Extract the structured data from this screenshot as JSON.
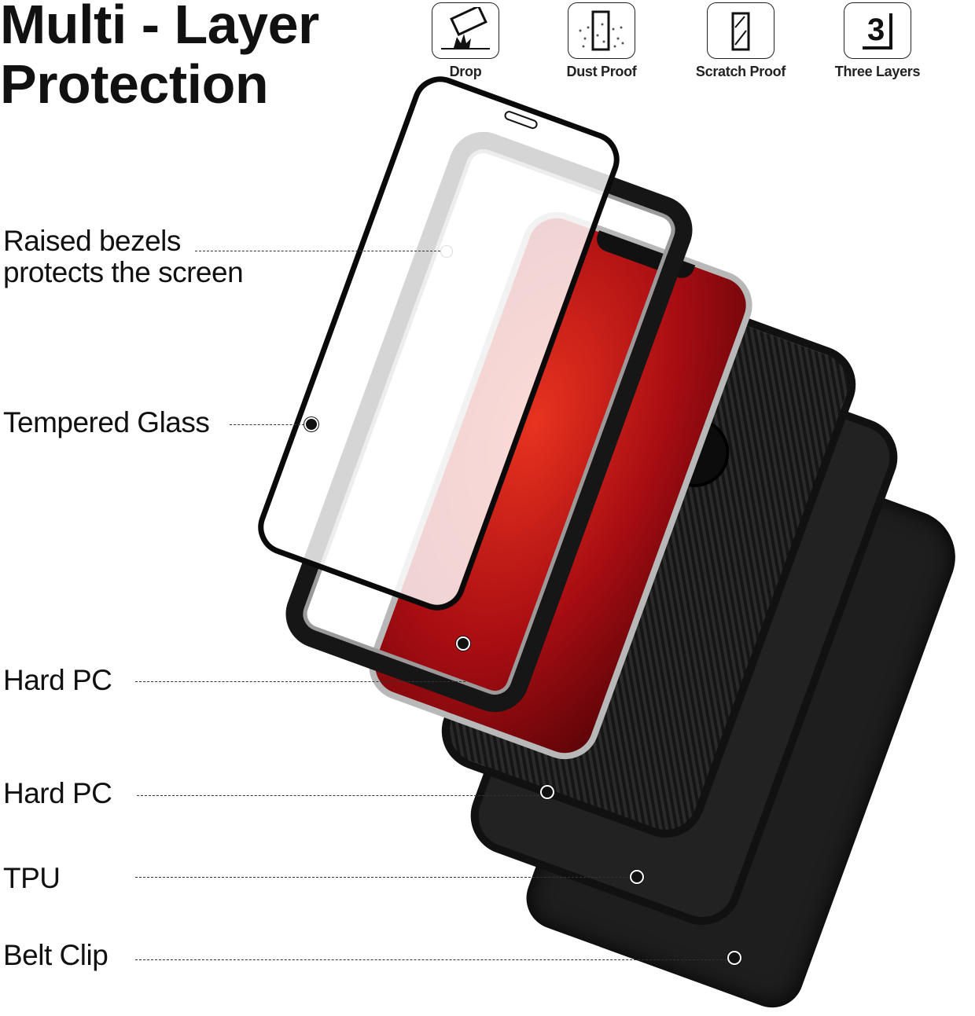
{
  "title": {
    "line1": "Multi - Layer",
    "line2": "Protection"
  },
  "features": [
    {
      "icon": "drop-icon",
      "label": "Drop"
    },
    {
      "icon": "dust-proof-icon",
      "label": "Dust Proof"
    },
    {
      "icon": "scratch-proof-icon",
      "label": "Scratch Proof"
    },
    {
      "icon": "three-layers-icon",
      "label": "Three Layers",
      "glyph": "3"
    }
  ],
  "callouts": [
    {
      "line1": "Raised bezels",
      "line2": "protects the screen"
    },
    {
      "line1": "Tempered Glass"
    },
    {
      "line1": "Hard PC"
    },
    {
      "line1": "Hard PC"
    },
    {
      "line1": "TPU"
    },
    {
      "line1": "Belt Clip"
    }
  ],
  "colors": {
    "screen_red": "#c0121a",
    "case_black": "#1b1b1b",
    "frame_gray": "#9a9a9a"
  }
}
